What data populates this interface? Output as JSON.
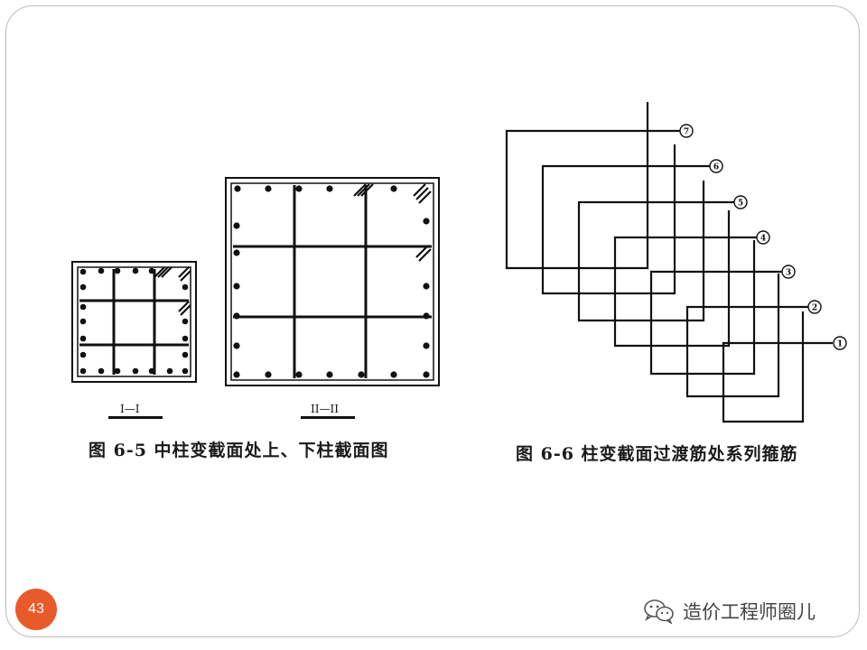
{
  "figure_6_5": {
    "section_1_label": "I—I",
    "section_2_label": "II—II",
    "caption": "图 6-5   中柱变截面处上、下柱截面图"
  },
  "figure_6_6": {
    "caption": "图 6-6   柱变截面过渡筋处系列箍筋",
    "stirrup_labels": [
      "①",
      "②",
      "③",
      "④",
      "⑤",
      "⑥",
      "⑦"
    ]
  },
  "footer": {
    "page_number": "43",
    "brand_text": "造价工程师圈儿",
    "brand_icon": "wechat-icon"
  }
}
